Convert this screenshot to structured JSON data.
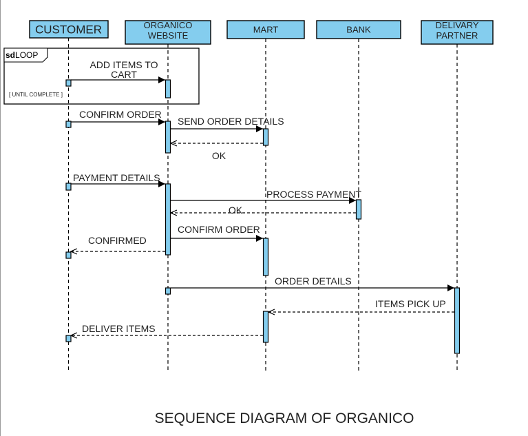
{
  "colors": {
    "lifeline_fill": "#84cdee",
    "stroke": "#000000",
    "text": "#222222"
  },
  "diagram": {
    "title": "SEQUENCE DIAGRAM OF ORGANICO",
    "participants": [
      {
        "id": "customer",
        "label": [
          "CUSTOMER"
        ]
      },
      {
        "id": "website",
        "label": [
          "ORGANICO",
          "WEBSITE"
        ]
      },
      {
        "id": "mart",
        "label": [
          "MART"
        ]
      },
      {
        "id": "bank",
        "label": [
          "BANK"
        ]
      },
      {
        "id": "delivery",
        "label": [
          "DELIVARY",
          "PARTNER"
        ]
      }
    ],
    "fragment": {
      "operator_prefix": "sd",
      "operator": "LOOP",
      "guard": "[ UNTIL COMPLETE ]"
    },
    "messages": [
      {
        "from": "customer",
        "to": "website",
        "style": "sync",
        "label": [
          "ADD ITEMS  TO",
          "CART"
        ]
      },
      {
        "from": "customer",
        "to": "website",
        "style": "sync",
        "label": [
          "CONFIRM ORDER"
        ]
      },
      {
        "from": "website",
        "to": "mart",
        "style": "sync",
        "label": [
          "SEND ORDER DETAILS"
        ]
      },
      {
        "from": "mart",
        "to": "website",
        "style": "reply",
        "label": [
          "OK"
        ]
      },
      {
        "from": "customer",
        "to": "website",
        "style": "sync",
        "label": [
          "PAYMENT DETAILS"
        ]
      },
      {
        "from": "website",
        "to": "bank",
        "style": "sync",
        "label": [
          "PROCESS PAYMENT"
        ]
      },
      {
        "from": "bank",
        "to": "website",
        "style": "reply",
        "label": [
          "OK"
        ]
      },
      {
        "from": "website",
        "to": "mart",
        "style": "sync",
        "label": [
          "CONFIRM ORDER"
        ]
      },
      {
        "from": "website",
        "to": "customer",
        "style": "reply",
        "label": [
          "CONFIRMED"
        ]
      },
      {
        "from": "website",
        "to": "delivery",
        "style": "sync",
        "label": [
          "ORDER DETAILS"
        ]
      },
      {
        "from": "delivery",
        "to": "mart",
        "style": "reply",
        "label": [
          "ITEMS PICK UP"
        ]
      },
      {
        "from": "mart",
        "to": "customer",
        "style": "reply",
        "label": [
          "DELIVER ITEMS"
        ]
      }
    ]
  }
}
